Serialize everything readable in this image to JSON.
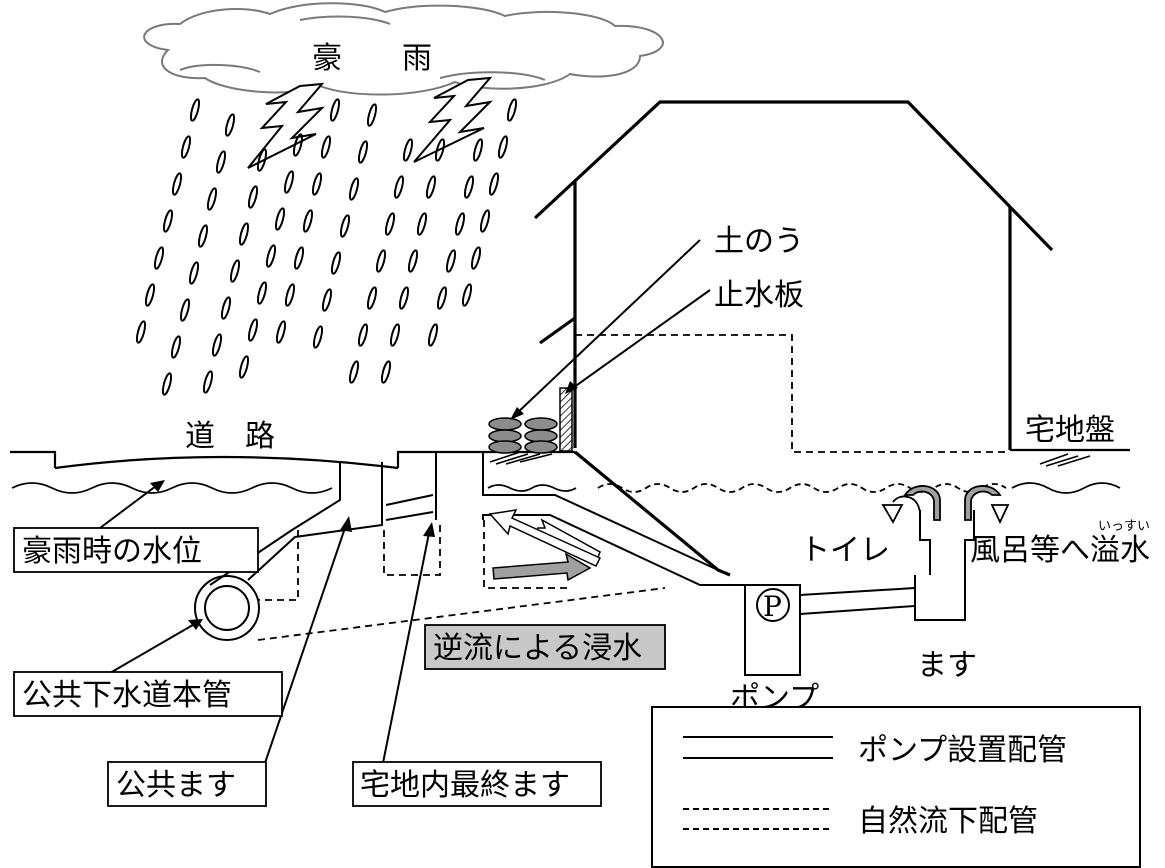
{
  "sky": {
    "storm_label": "豪　　雨"
  },
  "labels": {
    "road": "道　路",
    "takuchiban": "宅地盤",
    "sandbag": "土のう",
    "water_stop_board": "止水板",
    "toilet": "トイレ",
    "bath_overflow": "風呂等へ溢水",
    "overflow_ruby": "いっすい",
    "catch_basin": "ます",
    "pump": "ポンプ",
    "pump_symbol": "P",
    "flood_water_level": "豪雨時の水位",
    "public_main_sewer": "公共下水道本管",
    "public_basin": "公共ます",
    "final_private_basin": "宅地内最終ます",
    "backflow_flooding": "逆流による浸水"
  },
  "legend": {
    "pump_piping": "ポンプ設置配管",
    "gravity_piping": "自然流下配管"
  },
  "colors": {
    "ink": "#000000",
    "grey_fill": "#c8c8c8",
    "arrow_grey": "#a0a0a0",
    "sandbag_fill": "#8c8c8c",
    "cloud_outline": "#7a7a7a"
  }
}
